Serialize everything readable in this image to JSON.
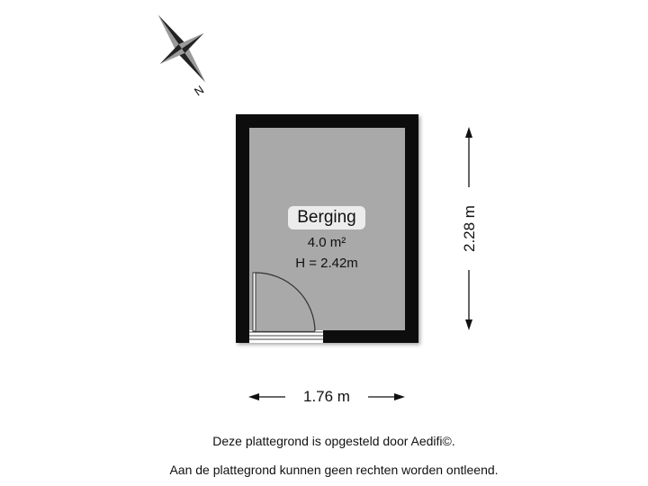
{
  "compass": {
    "north_label": "N",
    "icon": "compass-rose-icon"
  },
  "room": {
    "name": "Berging",
    "area": "4.0 m²",
    "height": "H = 2.42m"
  },
  "dimensions": {
    "width": "1.76 m",
    "depth": "2.28 m"
  },
  "captions": {
    "line1": "Deze plattegrond is opgesteld door Aedifi©.",
    "line2": "Aan de plattegrond kunnen geen rechten worden ontleend."
  },
  "colors": {
    "wall": "#0d0d0d",
    "floor": "#a9a9a9",
    "label_bg": "#ececec"
  }
}
